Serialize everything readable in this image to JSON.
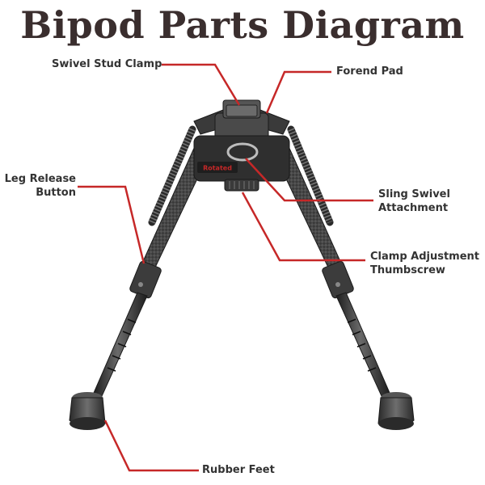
{
  "title": "Bipod Parts Diagram",
  "labels": {
    "swivel_stud_clamp": "Swivel Stud Clamp",
    "forend_pad": "Forend Pad",
    "leg_release_line1": "Leg Release",
    "leg_release_line2": "Button",
    "sling_swivel_line1": "Sling Swivel",
    "sling_swivel_line2": "Attachment",
    "clamp_adjust_line1": "Clamp Adjustment",
    "clamp_adjust_line2": "Thumbscrew",
    "rubber_feet": "Rubber Feet"
  },
  "logo_text": "Rotated",
  "colors": {
    "leader": "#c62828",
    "title": "#3a2e2e",
    "text": "#333333",
    "metal_dark": "#2b2b2b",
    "metal_mid": "#4a4a4a",
    "metal_light": "#9a9a9a"
  }
}
